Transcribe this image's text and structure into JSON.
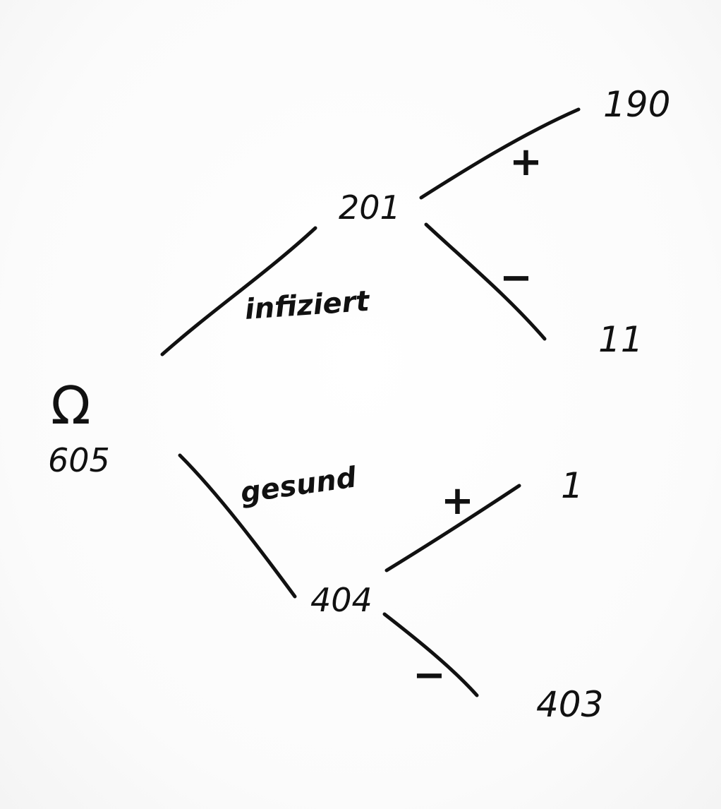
{
  "tree": {
    "root": {
      "symbol": "Ω",
      "count": "605"
    },
    "branches": [
      {
        "label": "infiziert",
        "count": "201",
        "children": [
          {
            "sign": "+",
            "count": "190"
          },
          {
            "sign": "−",
            "count": "11"
          }
        ]
      },
      {
        "label": "gesund",
        "count": "404",
        "children": [
          {
            "sign": "+",
            "count": "1"
          },
          {
            "sign": "−",
            "count": "403"
          }
        ]
      }
    ]
  }
}
